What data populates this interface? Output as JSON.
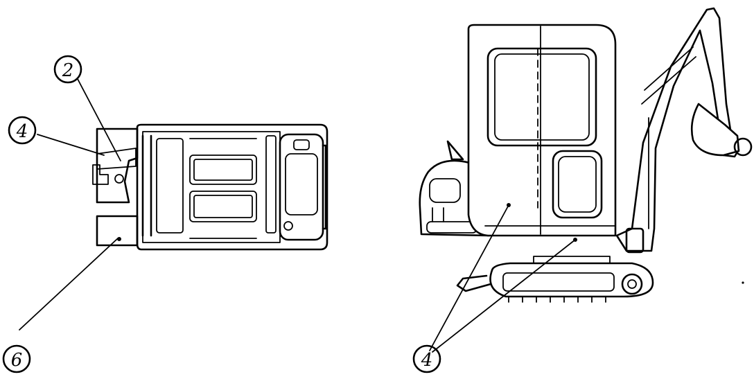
{
  "callouts": {
    "top_view_part_2": "2",
    "top_view_part_4": "4",
    "top_view_part_6": "6",
    "side_view_part_4": "4"
  }
}
